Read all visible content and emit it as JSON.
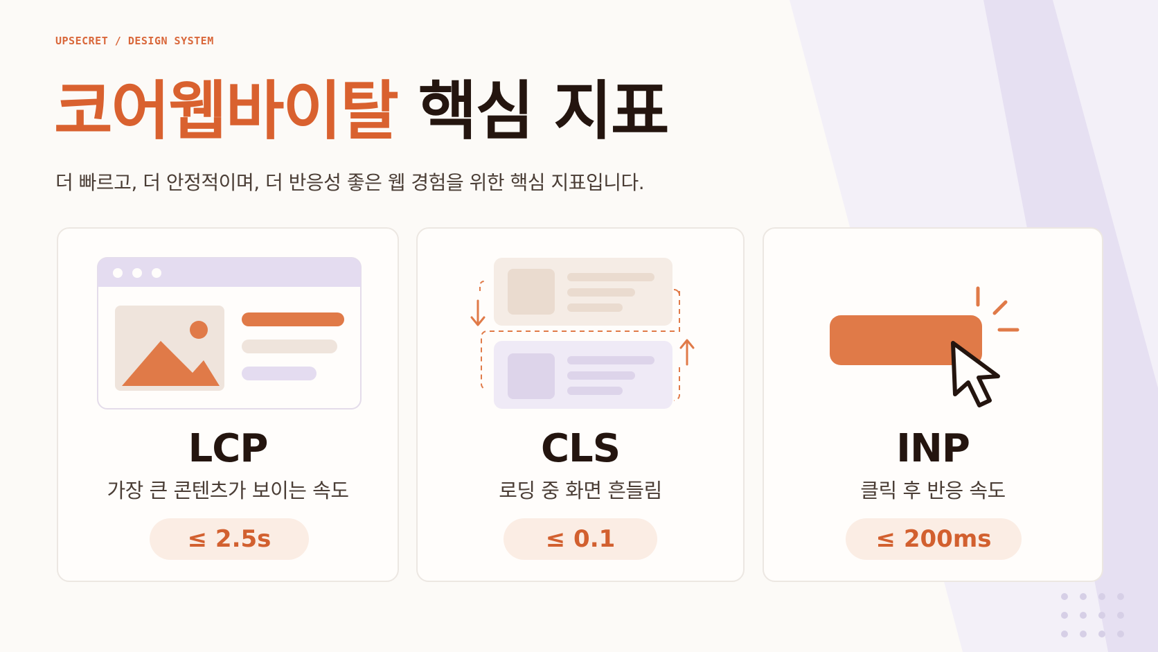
{
  "header": {
    "kicker": "UPSECRET / DESIGN SYSTEM",
    "title_accent": "코어웹바이탈",
    "title_rest": "핵심 지표",
    "subtitle": "더 빠르고, 더 안정적이며, 더 반응성 좋은 웹 경험을 위한 핵심 지표입니다."
  },
  "cards": [
    {
      "name": "LCP",
      "description": "가장 큰 콘텐츠가 보이는 속도",
      "threshold": "≤ 2.5s",
      "illustration": "browser-window-image-icon"
    },
    {
      "name": "CLS",
      "description": "로딩 중 화면 흔들림",
      "threshold": "≤ 0.1",
      "illustration": "layout-shift-icon"
    },
    {
      "name": "INP",
      "description": "클릭 후 반응 속도",
      "threshold": "≤ 200ms",
      "illustration": "click-cursor-icon"
    }
  ],
  "colors": {
    "accent": "#d9612f",
    "accent_soft": "#fbede4",
    "lavender": "#e4dcf0",
    "beige": "#efe4dc",
    "text_dark": "#24150f"
  }
}
